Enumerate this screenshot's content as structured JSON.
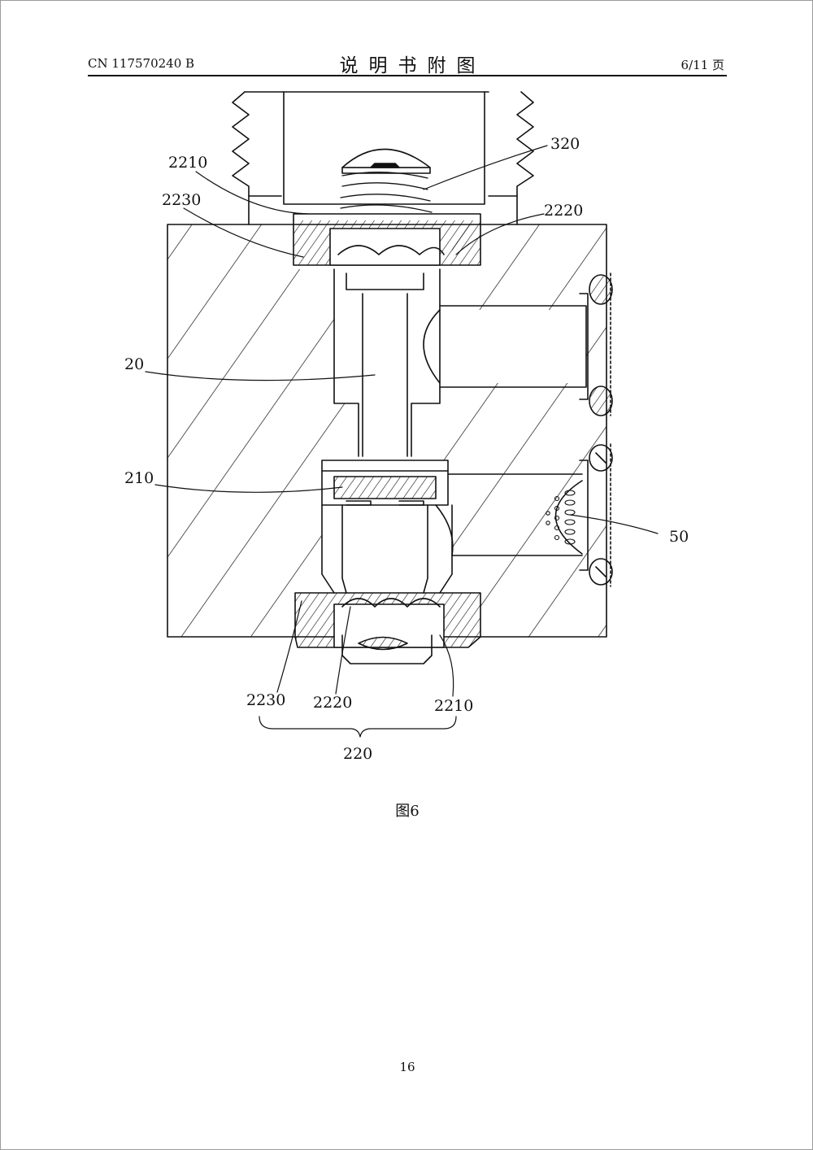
{
  "header": {
    "doc_number": "CN 117570240 B",
    "section_title": "说明书附图",
    "page_of_total": "6/11 页"
  },
  "figure": {
    "caption": "图6",
    "labels": {
      "l320": "320",
      "l2210_top": "2210",
      "l2230_top": "2230",
      "l2220_top": "2220",
      "l20": "20",
      "l210": "210",
      "l50": "50",
      "l2230_bot": "2230",
      "l2220_bot": "2220",
      "l2210_bot": "2210",
      "l220": "220"
    }
  },
  "footer": {
    "page_number": "16"
  }
}
